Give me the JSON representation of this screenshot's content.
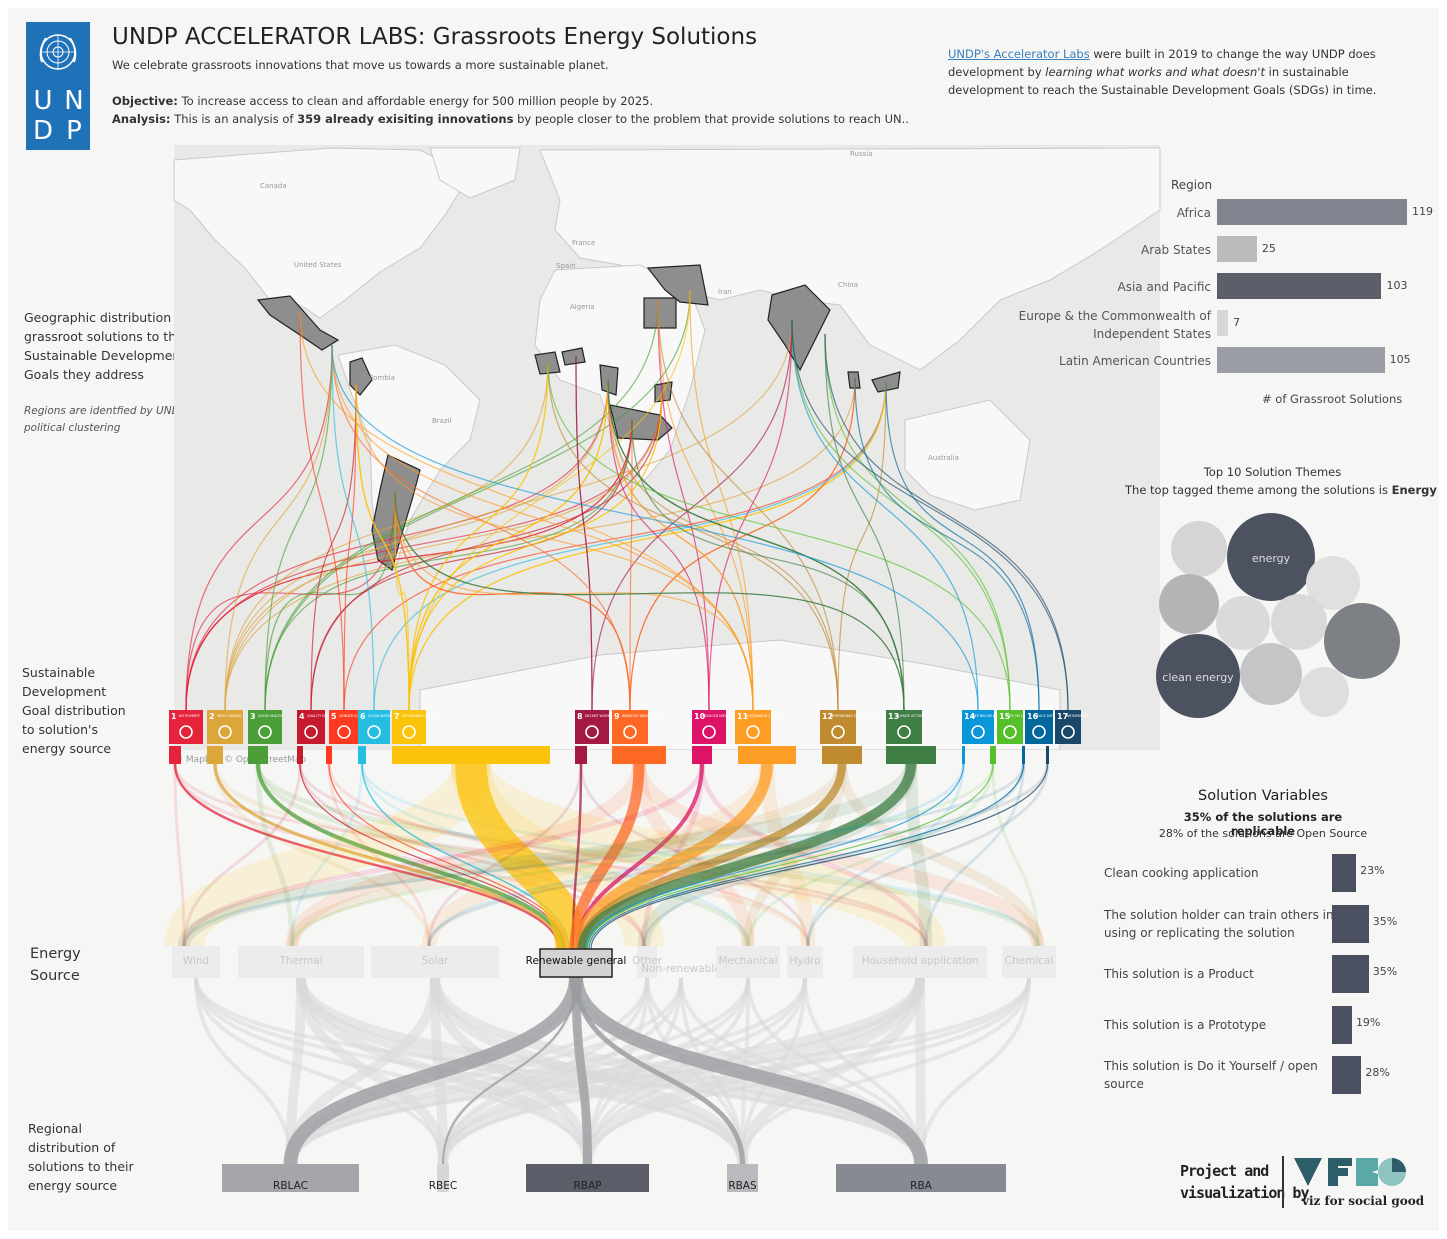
{
  "header": {
    "logo_letters": [
      "U",
      "N",
      "D",
      "P"
    ],
    "title": "UNDP ACCELERATOR LABS: Grassroots Energy Solutions",
    "subtitle": "We celebrate grassroots innovations that move us towards a more sustainable planet.",
    "objective_label": "Objective:",
    "objective_text": "To increase access to clean and affordable energy for 500 million people by 2025.",
    "analysis_label": "Analysis:",
    "analysis_pre": "This is an analysis of ",
    "analysis_bold": "359 already exisiting innovations",
    "analysis_post": " by people closer to the problem that provide solutions to reach UN..",
    "about_link": "UNDP's Accelerator Labs",
    "about_text1": " were built in 2019 to change the way UNDP does",
    "about_text2_pre": "development by ",
    "about_text2_em": "learning what works and what doesn't",
    "about_text2_post": "  in sustainable",
    "about_text3": "development to reach the Sustainable Development Goals (SDGs) in time."
  },
  "map": {
    "labels": [
      "Russia",
      "Canada",
      "United States",
      "France",
      "Spain",
      "Iran",
      "China",
      "Algeria",
      "Colombia",
      "Brazil",
      "Australia"
    ],
    "attribution": "© Mapbox © OpenStreetMap"
  },
  "sections": {
    "geo_title": [
      "Geographic distribution of",
      "grassroot solutions to the",
      "Sustainable Development",
      "Goals they address"
    ],
    "geo_note": [
      "Regions are identfied by UNDP by",
      "political clustering"
    ],
    "sdg_title": [
      "Sustainable",
      "Development",
      "Goal distribution",
      "to solution's",
      "energy source"
    ],
    "energy_title": [
      "Energy",
      "Source"
    ],
    "regional_title": [
      "Regional",
      "distribution of",
      "solutions to their",
      "energy source"
    ]
  },
  "sdgs": [
    {
      "num": "1",
      "short": "NO POVERTY",
      "color": "#e5243b"
    },
    {
      "num": "2",
      "short": "ZERO HUNGER",
      "color": "#dda63a"
    },
    {
      "num": "3",
      "short": "GOOD HEALTH",
      "color": "#4c9f38"
    },
    {
      "num": "4",
      "short": "QUALITY EDUCATION",
      "color": "#c5192d"
    },
    {
      "num": "5",
      "short": "GENDER EQUALITY",
      "color": "#ff3a21"
    },
    {
      "num": "6",
      "short": "CLEAN WATER",
      "color": "#26bde2"
    },
    {
      "num": "7",
      "short": "AFFORDABLE ENERGY",
      "color": "#fcc30b"
    },
    {
      "num": "8",
      "short": "DECENT WORK",
      "color": "#a21942"
    },
    {
      "num": "9",
      "short": "INDUSTRY INNOVATION",
      "color": "#fd6925"
    },
    {
      "num": "10",
      "short": "REDUCED INEQUALITIES",
      "color": "#dd1367"
    },
    {
      "num": "11",
      "short": "SUSTAINABLE CITIES",
      "color": "#fd9d24"
    },
    {
      "num": "12",
      "short": "RESPONSIBLE CONSUMPTION",
      "color": "#bf8b2e"
    },
    {
      "num": "13",
      "short": "CLIMATE ACTION",
      "color": "#3f7e44"
    },
    {
      "num": "14",
      "short": "LIFE BELOW WATER",
      "color": "#0a97d9"
    },
    {
      "num": "15",
      "short": "LIFE ON LAND",
      "color": "#56c02b"
    },
    {
      "num": "16",
      "short": "PEACE JUSTICE",
      "color": "#00689d"
    },
    {
      "num": "17",
      "short": "PARTNERSHIPS",
      "color": "#19486a"
    }
  ],
  "energy_sources": [
    "Wind",
    "Thermal",
    "Solar",
    "Renewable general",
    "Other",
    "Non-renewable",
    "Mechanical",
    "Hydro",
    "Household application",
    "Chemical"
  ],
  "regions_bottom": [
    "RBLAC",
    "RBEC",
    "RBAP",
    "RBAS",
    "RBA"
  ],
  "footer": {
    "credit1": "Project and",
    "credit2": "visualization by",
    "brand_tag": "viz for social good"
  },
  "chart_data": [
    {
      "type": "bar",
      "title": "Region",
      "categories": [
        "Africa",
        "Arab States",
        "Asia and Pacific",
        "Europe & the Commonwealth of Independent States",
        "Latin American Countries"
      ],
      "category_lines": [
        [
          "Africa"
        ],
        [
          "Arab States"
        ],
        [
          "Asia and Pacific"
        ],
        [
          "Europe & the Commonwealth of",
          "Independent States"
        ],
        [
          "Latin American Countries"
        ]
      ],
      "values": [
        119,
        25,
        103,
        7,
        105
      ],
      "xlabel": "# of Grassroot Solutions",
      "colors": [
        "#80848f",
        "#b9bbbd",
        "#5c5f6a",
        "#d6d7d8",
        "#9a9da4"
      ]
    },
    {
      "type": "bubble",
      "title": "Top 10 Solution Themes",
      "subtitle_pre": "The top tagged theme among the solutions is ",
      "subtitle_bold": "Energy",
      "labels": [
        "energy",
        "clean energy"
      ]
    },
    {
      "type": "bar",
      "title": "Solution Variables",
      "notes": [
        "35% of the solutions are replicable",
        "28% of the solutions are Open Source"
      ],
      "categories": [
        "Clean cooking application",
        "The solution holder can train others in using or replicating the solution",
        "This solution is a Product",
        "This solution is a Prototype",
        "This solution is Do it Yourself / open source"
      ],
      "category_lines": [
        [
          "Clean cooking application"
        ],
        [
          "The solution holder can train others in",
          "using or replicating the solution"
        ],
        [
          "This solution is a Product"
        ],
        [
          "This solution is a Prototype"
        ],
        [
          "This solution is Do it Yourself / open",
          "source"
        ]
      ],
      "values": [
        23,
        35,
        35,
        19,
        28
      ],
      "value_labels": [
        "23%",
        "35%",
        "35%",
        "19%",
        "28%"
      ],
      "color": "#4b5060"
    }
  ]
}
